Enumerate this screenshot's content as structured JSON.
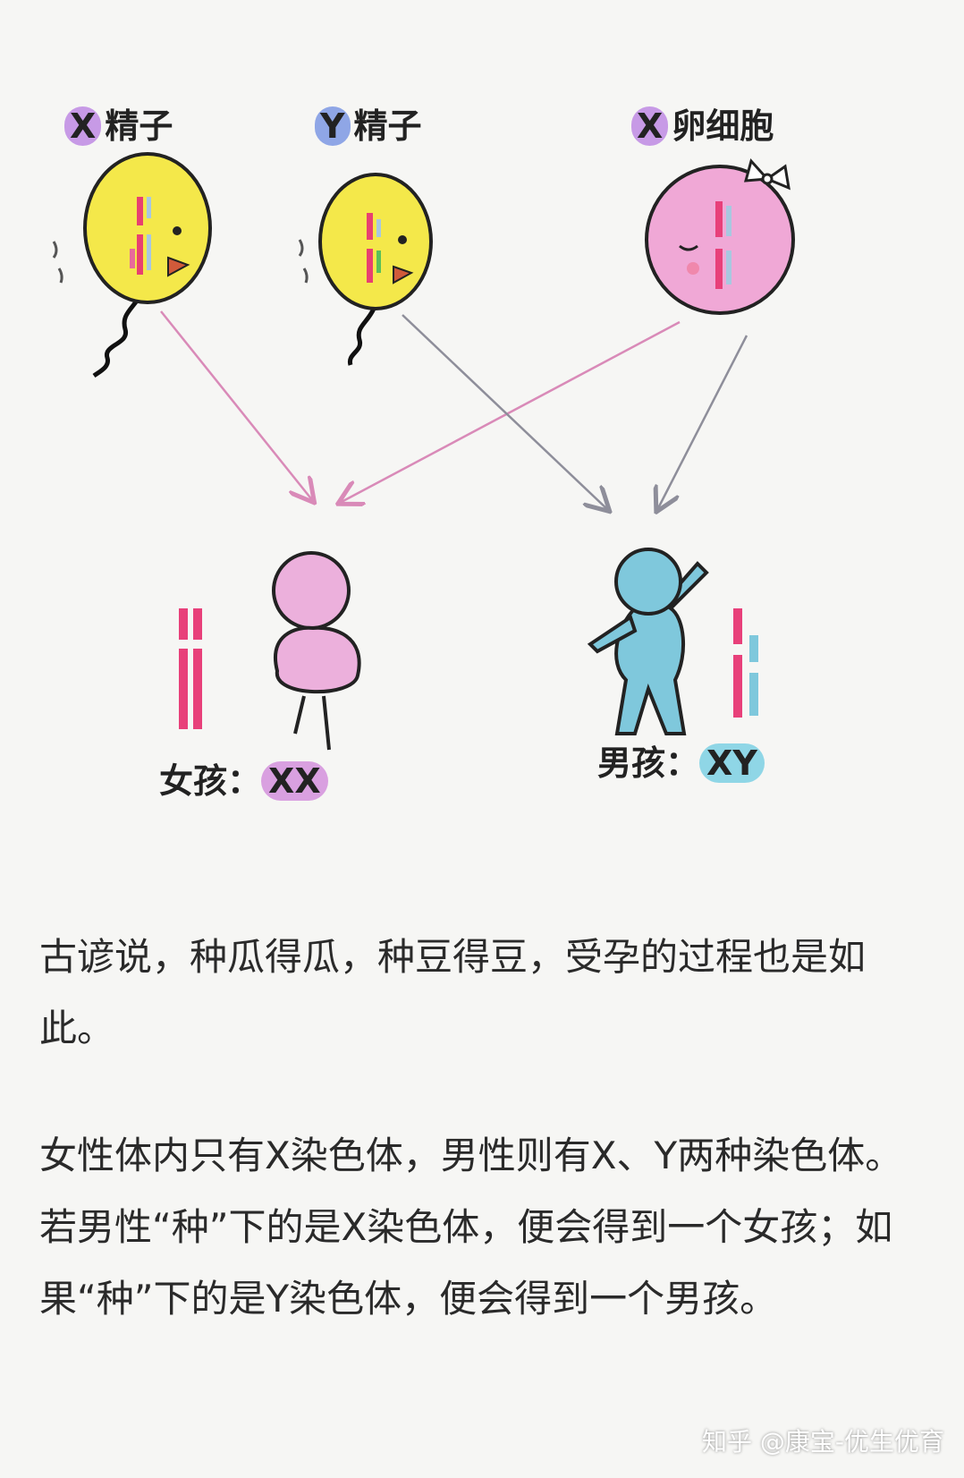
{
  "labels": {
    "x_sperm": {
      "chip": "X",
      "text": "精子",
      "chip_color": "#c79ae6"
    },
    "y_sperm": {
      "chip": "Y",
      "text": "精子",
      "chip_color": "#8fa6e6"
    },
    "x_egg": {
      "chip": "X",
      "text": "卵细胞",
      "chip_color": "#c79ae6"
    }
  },
  "results": {
    "girl": {
      "text": "女孩：",
      "chip": "XX",
      "chip_color": "#d9a0e0"
    },
    "boy": {
      "text": "男孩：",
      "chip": "XY",
      "chip_color": "#8fd6e6"
    }
  },
  "paragraphs": [
    "古谚说，种瓜得瓜，种豆得豆，受孕的过程也是如此。",
    "女性体内只有X染色体，男性则有X、Y两种染色体。若男性“种”下的是X染色体，便会得到一个女孩；如果“种”下的是Y染色体，便会得到一个男孩。"
  ],
  "watermark": "知乎 @康宝-优生优育",
  "colors": {
    "sperm_yellow": "#f4e84a",
    "egg_pink": "#f0a8d6",
    "girl_pink": "#ecb0dc",
    "boy_blue": "#7fc8dc",
    "chrom_pink": "#e8407a",
    "arrow_pink": "#d98ab8",
    "arrow_grey": "#8e8e9a"
  }
}
